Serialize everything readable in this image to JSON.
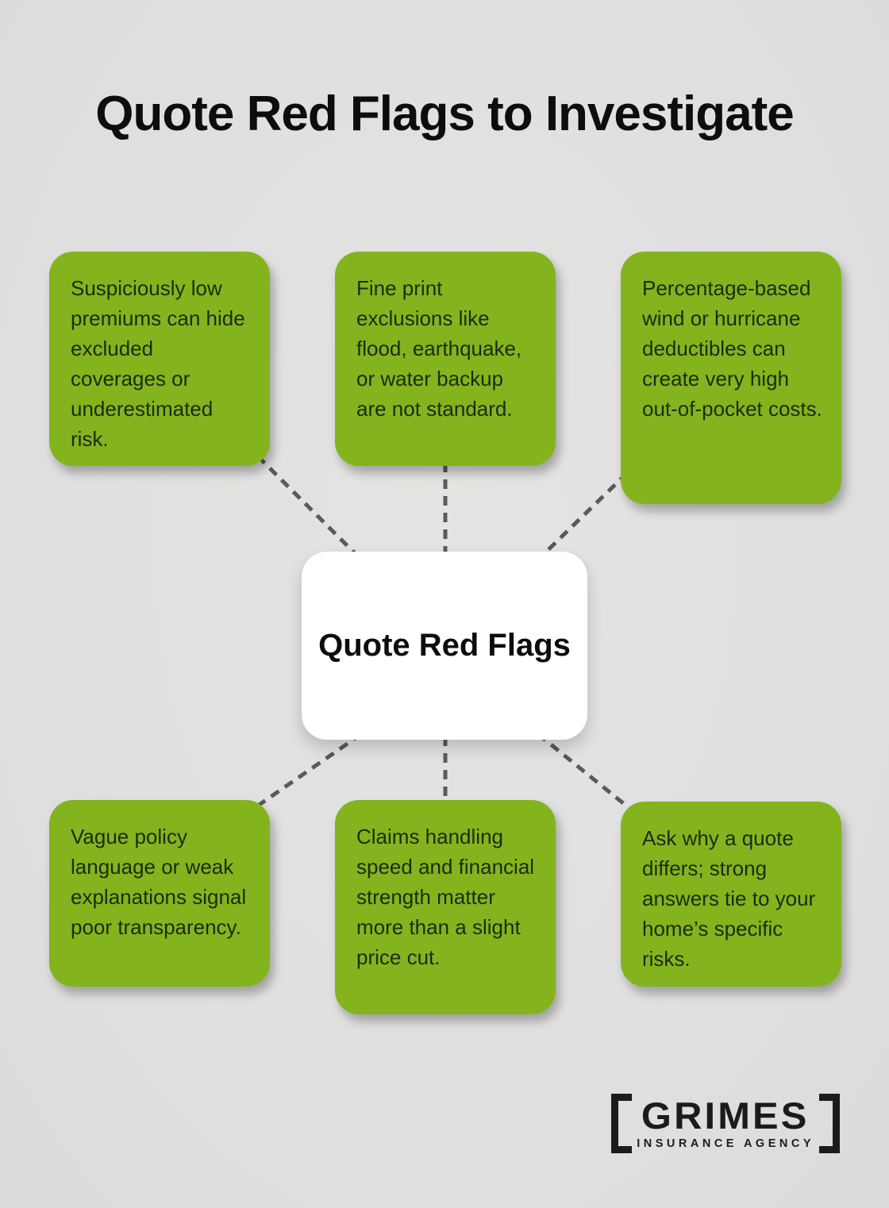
{
  "title": "Quote Red Flags to Investigate",
  "center": {
    "label": "Quote Red Flags"
  },
  "nodes": [
    {
      "position": "top-left",
      "text": "Suspiciously low premiums can hide excluded coverages or underestimated risk."
    },
    {
      "position": "top-middle",
      "text": "Fine print exclusions like flood, earthquake, or water backup are not standard."
    },
    {
      "position": "top-right",
      "text": "Percentage-based wind or hurricane deductibles can create very high out-of-pocket costs."
    },
    {
      "position": "bottom-left",
      "text": "Vague policy language or weak explanations signal poor transparency."
    },
    {
      "position": "bottom-middle",
      "text": "Claims handling speed and financial strength matter more than a slight price cut."
    },
    {
      "position": "bottom-right",
      "text": "Ask why a quote differs; strong answers tie to your home’s specific risks."
    }
  ],
  "logo": {
    "name": "GRIMES",
    "subtitle": "INSURANCE AGENCY"
  },
  "colors": {
    "background": "#e0e1e0",
    "node_green": "#83b41e",
    "node_text": "#1e2a10",
    "center_background": "#ffffff",
    "connector_gray": "#595a59",
    "title_black": "#0d0d0d",
    "logo_black": "#1b1b1b"
  }
}
